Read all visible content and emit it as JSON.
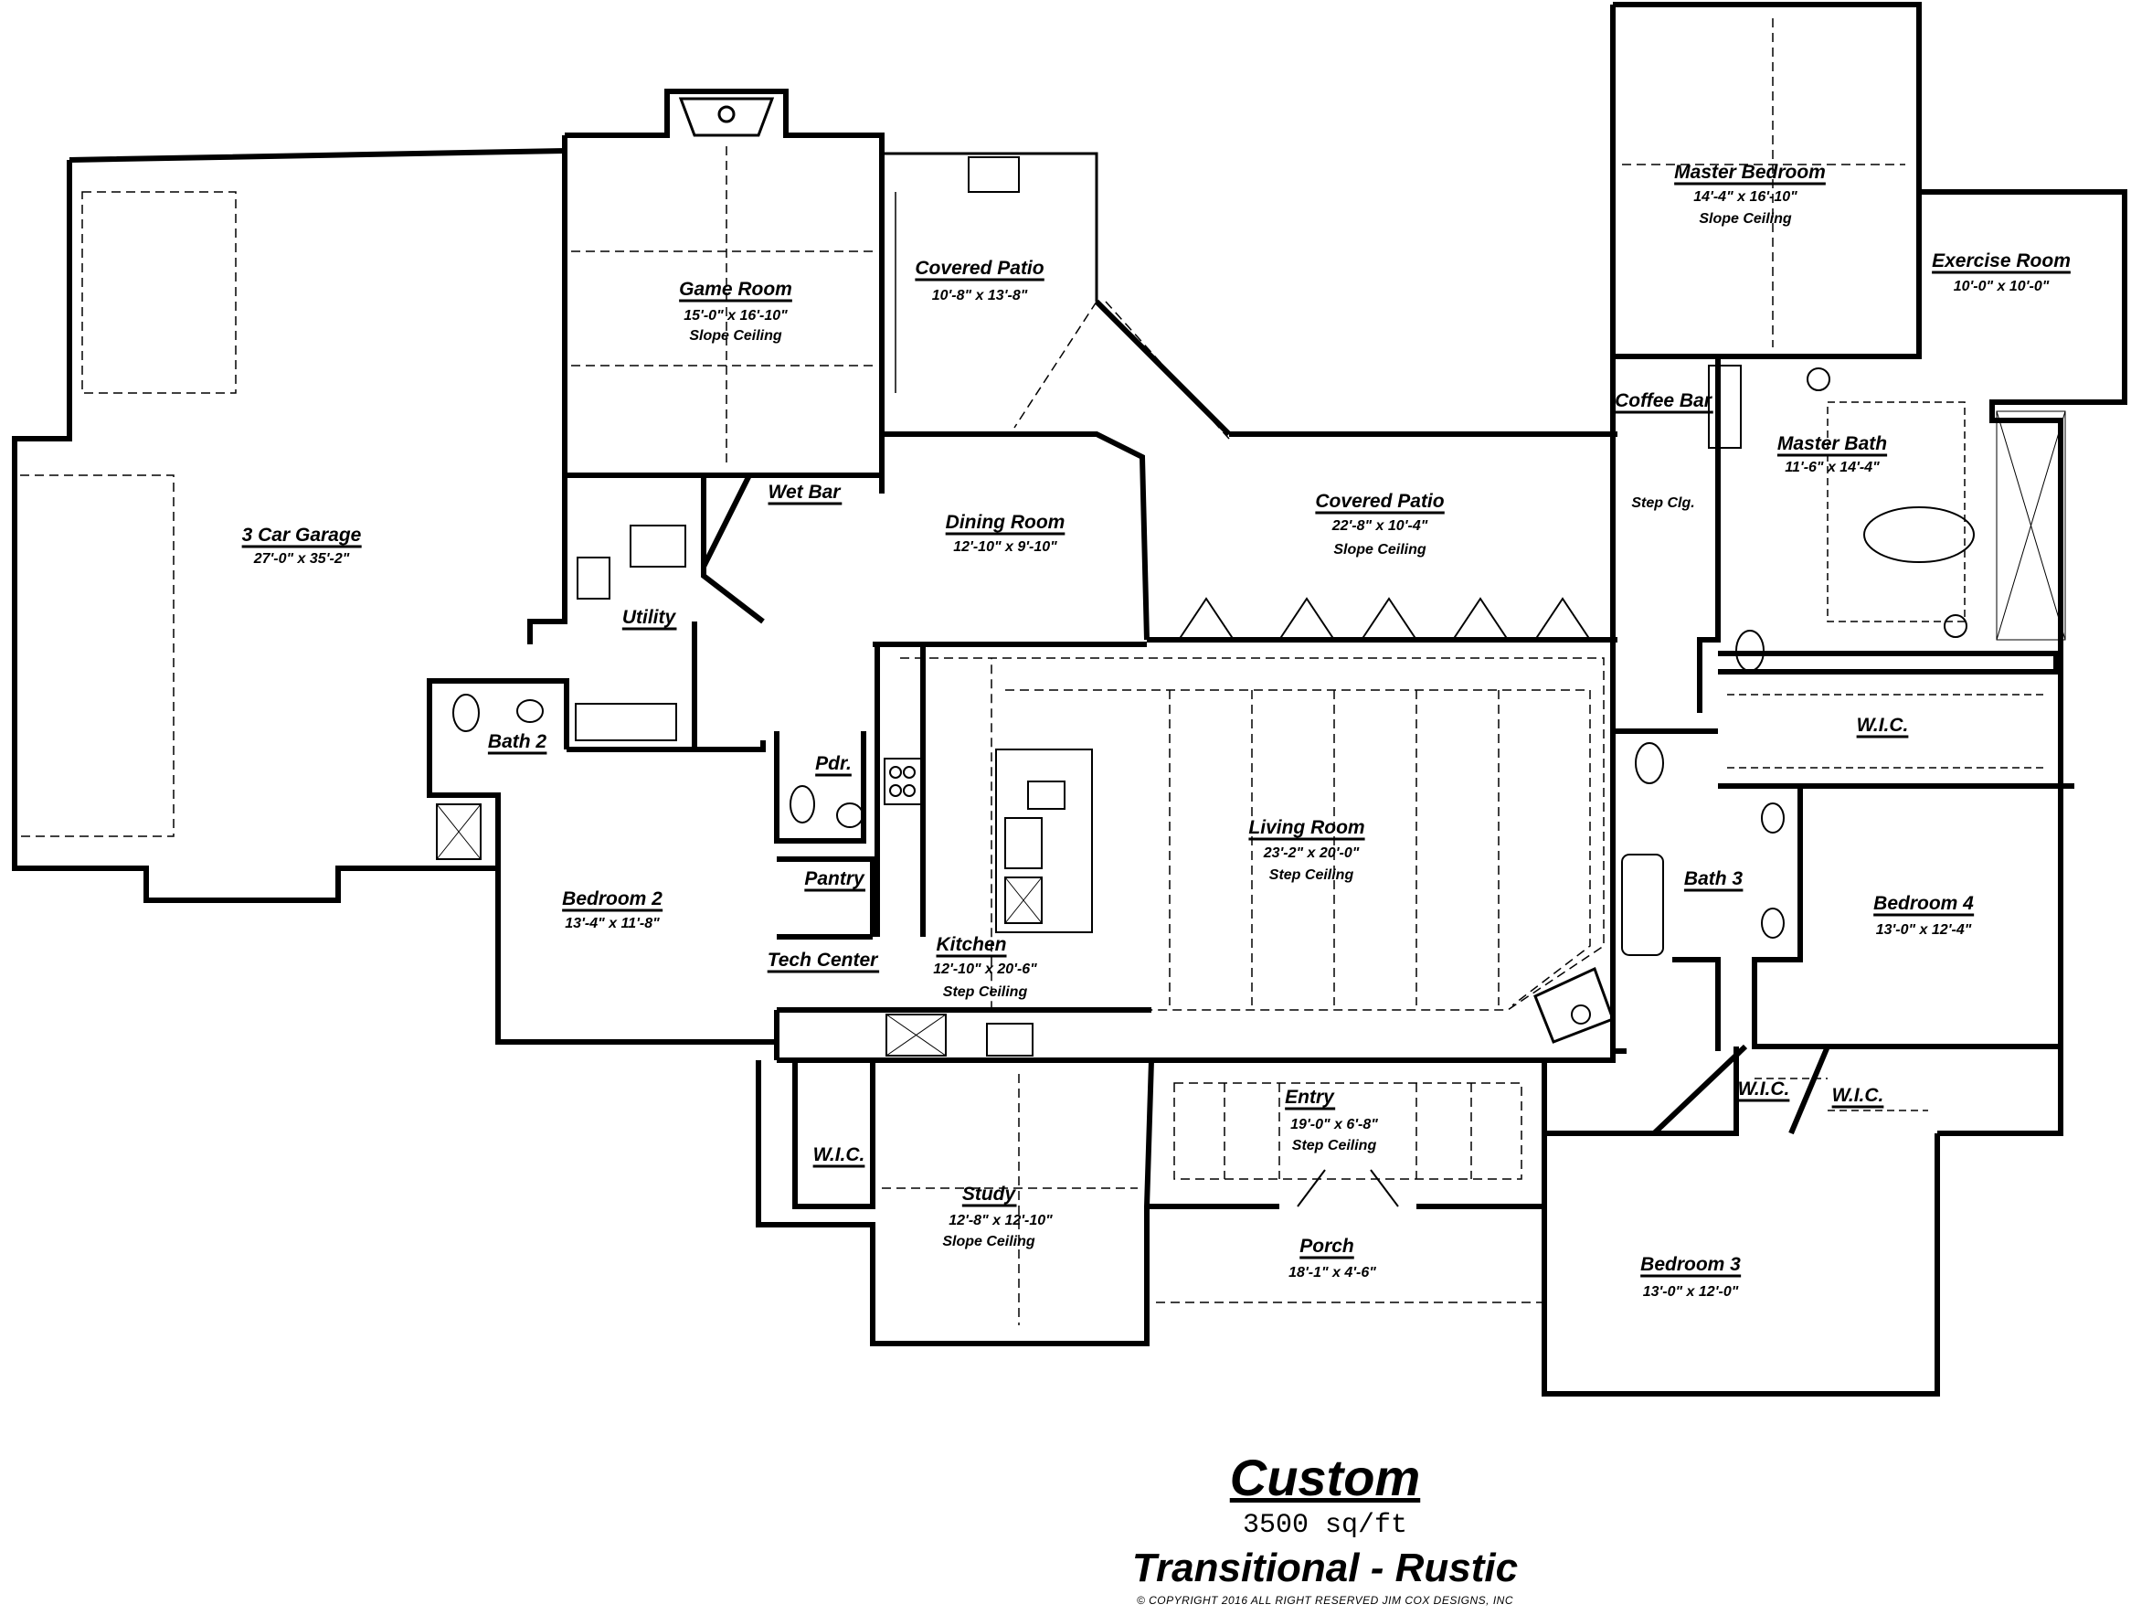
{
  "rooms": [
    {
      "id": "garage",
      "name": "3 Car Garage",
      "dims": "27'-0\" x 35'-2\"",
      "note": ""
    },
    {
      "id": "game",
      "name": "Game Room",
      "dims": "15'-0\" x 16'-10\"",
      "note": "Slope Ceiling"
    },
    {
      "id": "patio1",
      "name": "Covered Patio",
      "dims": "10'-8\" x 13'-8\"",
      "note": ""
    },
    {
      "id": "master_bed",
      "name": "Master Bedroom",
      "dims": "14'-4\" x 16'-10\"",
      "note": "Slope Ceiling"
    },
    {
      "id": "exercise",
      "name": "Exercise Room",
      "dims": "10'-0\" x 10'-0\"",
      "note": ""
    },
    {
      "id": "coffee",
      "name": "Coffee Bar",
      "dims": "",
      "note": "Step Clg."
    },
    {
      "id": "master_bath",
      "name": "Master Bath",
      "dims": "11'-6\" x 14'-4\"",
      "note": ""
    },
    {
      "id": "patio2",
      "name": "Covered Patio",
      "dims": "22'-8\" x 10'-4\"",
      "note": "Slope Ceiling"
    },
    {
      "id": "wetbar",
      "name": "Wet Bar",
      "dims": "",
      "note": ""
    },
    {
      "id": "dining",
      "name": "Dining Room",
      "dims": "12'-10\" x 9'-10\"",
      "note": ""
    },
    {
      "id": "utility",
      "name": "Utility",
      "dims": "",
      "note": ""
    },
    {
      "id": "bath2",
      "name": "Bath 2",
      "dims": "",
      "note": ""
    },
    {
      "id": "pdr",
      "name": "Pdr.",
      "dims": "",
      "note": ""
    },
    {
      "id": "living",
      "name": "Living Room",
      "dims": "23'-2\" x 20'-0\"",
      "note": "Step Ceiling"
    },
    {
      "id": "wic_master",
      "name": "W.I.C.",
      "dims": "",
      "note": ""
    },
    {
      "id": "bedroom2",
      "name": "Bedroom 2",
      "dims": "13'-4\" x 11'-8\"",
      "note": ""
    },
    {
      "id": "pantry",
      "name": "Pantry",
      "dims": "",
      "note": ""
    },
    {
      "id": "bath3",
      "name": "Bath 3",
      "dims": "",
      "note": ""
    },
    {
      "id": "bedroom4",
      "name": "Bedroom 4",
      "dims": "13'-0\" x 12'-4\"",
      "note": ""
    },
    {
      "id": "tech",
      "name": "Tech Center",
      "dims": "",
      "note": ""
    },
    {
      "id": "kitchen",
      "name": "Kitchen",
      "dims": "12'-10\" x 20'-6\"",
      "note": "Step Ceiling"
    },
    {
      "id": "entry",
      "name": "Entry",
      "dims": "19'-0\" x 6'-8\"",
      "note": "Step Ceiling"
    },
    {
      "id": "wic_a",
      "name": "W.I.C.",
      "dims": "",
      "note": ""
    },
    {
      "id": "wic_b",
      "name": "W.I.C.",
      "dims": "",
      "note": ""
    },
    {
      "id": "wic_study",
      "name": "W.I.C.",
      "dims": "",
      "note": ""
    },
    {
      "id": "study",
      "name": "Study",
      "dims": "12'-8\" x 12'-10\"",
      "note": "Slope Ceiling"
    },
    {
      "id": "porch",
      "name": "Porch",
      "dims": "18'-1\" x 4'-6\"",
      "note": ""
    },
    {
      "id": "bedroom3",
      "name": "Bedroom 3",
      "dims": "13'-0\" x 12'-0\"",
      "note": ""
    }
  ],
  "title": {
    "plan_name": "Custom",
    "area": "3500 sq/ft",
    "style": "Transitional - Rustic",
    "copyright": "© COPYRIGHT 2016 ALL RIGHT RESERVED JIM COX DESIGNS, INC"
  }
}
